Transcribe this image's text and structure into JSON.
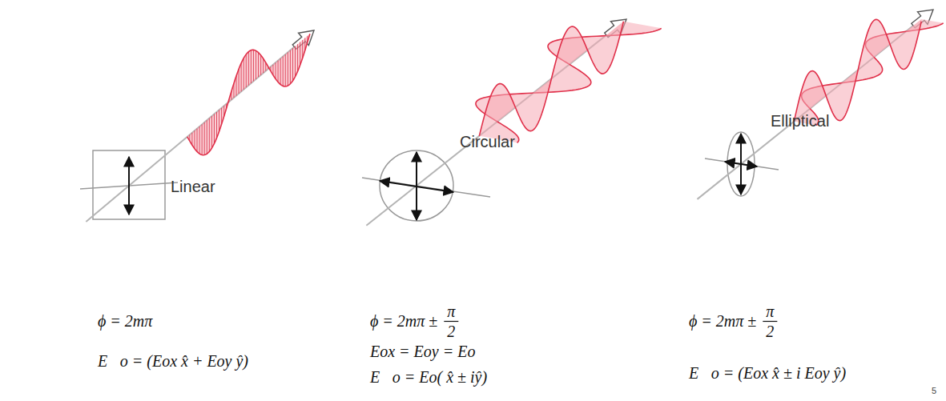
{
  "diagram": {
    "labels": [
      "Linear",
      "Circular",
      "Elliptical",
      "ϕ = 2mπ",
      "E⃗o = (Eox x̂ + Eoy ŷ)",
      "ϕ = 2mπ ±",
      "π",
      "2",
      "Eox = Eoy = Eo",
      "E⃗o = Eo( x̂ ± iŷ)",
      "ϕ = 2mπ ±",
      "π",
      "2",
      "E⃗o = (Eox x̂ ± i Eoy ŷ)",
      "5"
    ]
  }
}
